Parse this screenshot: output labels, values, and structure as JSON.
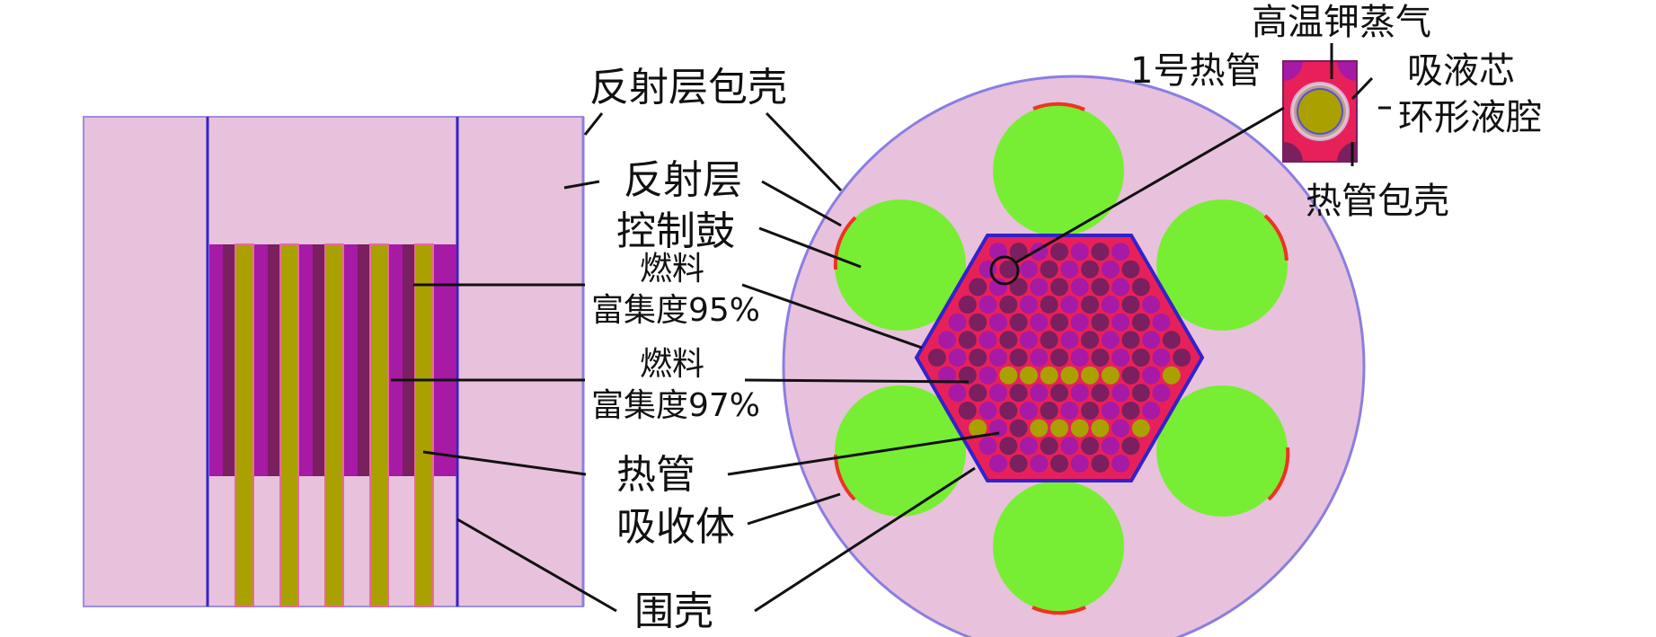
{
  "labels": {
    "reflector_cladding": "反射层包壳",
    "reflector": "反射层",
    "control_drum": "控制鼓",
    "fuel_95_line1": "燃料",
    "fuel_95_line2": "富集度95%",
    "fuel_97_line1": "燃料",
    "fuel_97_line2": "富集度97%",
    "heat_pipe": "热管",
    "absorber": "吸收体",
    "shroud": "围壳",
    "heat_pipe_no1": "1号热管",
    "hot_potassium_vapor": "高温钾蒸气",
    "wick": "吸液芯",
    "annular_liquid_channel": "环形液腔",
    "heat_pipe_cladding": "热管包壳"
  },
  "colors": {
    "reflector": "#e8c1dc",
    "reflector_edge": "#9b8ee6",
    "drum": "#77ee33",
    "absorber": "#ee3322",
    "fuel_95": "#a61aa6",
    "fuel_97": "#7a1f5f",
    "heat_pipe": "#aaa000",
    "matrix": "#e8205a",
    "shroud": "#3322cc",
    "wick": "#b5a08e"
  }
}
